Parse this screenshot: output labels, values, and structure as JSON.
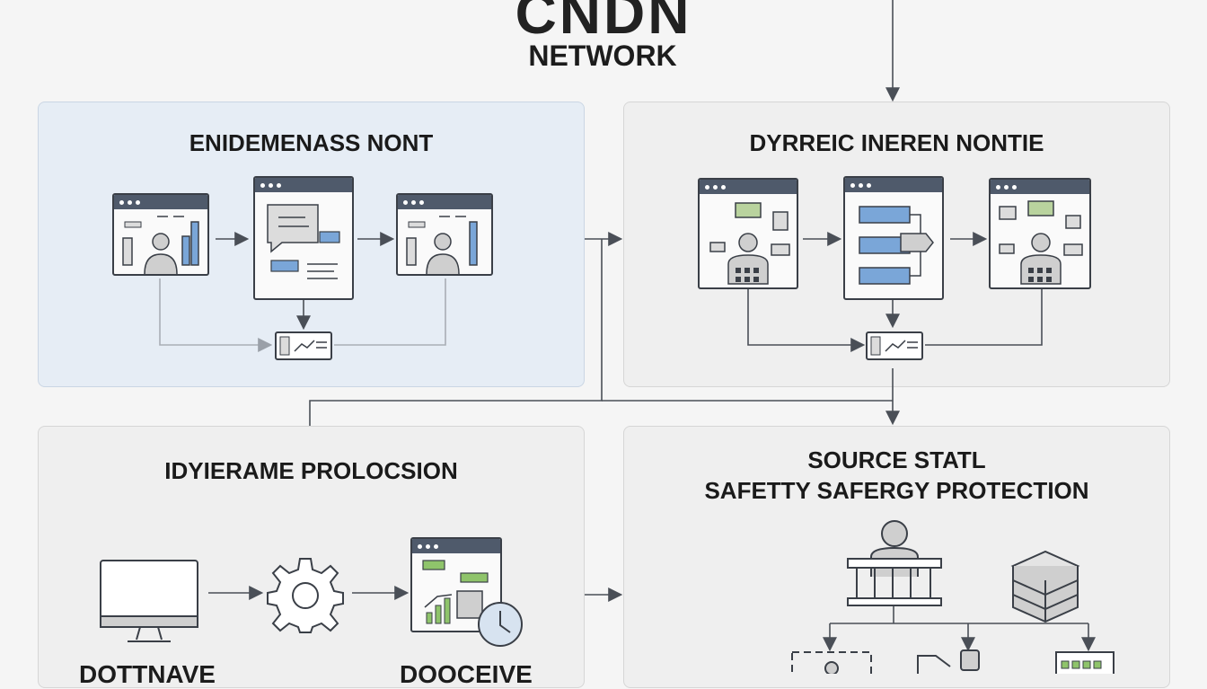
{
  "header": {
    "title": "CNDN",
    "subtitle": "NETWORK"
  },
  "panels": {
    "top_left": {
      "title": "ENIDEMENASS NONT"
    },
    "top_right": {
      "title": "DYRREIC INEREN NONTIE"
    },
    "bottom_left": {
      "title": "IDYIERAME PROLOCSION"
    },
    "bottom_right": {
      "title_line1": "SOURCE STATL",
      "title_line2": "SAFETTY SAFERGY PROTECTION"
    }
  },
  "bottom_labels": {
    "left": "DOTTNAVE",
    "right": "DOOCEIVE"
  },
  "icons": [
    "monitor-icon",
    "gear-icon",
    "chart-window-icon",
    "clock-icon",
    "user-podium-icon",
    "database-stack-icon",
    "chat-icon",
    "document-icon",
    "keyboard-icon"
  ],
  "colors": {
    "accent_blue": "#7aa6d8",
    "accent_green": "#8fc46b",
    "panel_blue": "#e6edf5",
    "panel_grey": "#efefef",
    "stroke": "#3a3f47"
  }
}
